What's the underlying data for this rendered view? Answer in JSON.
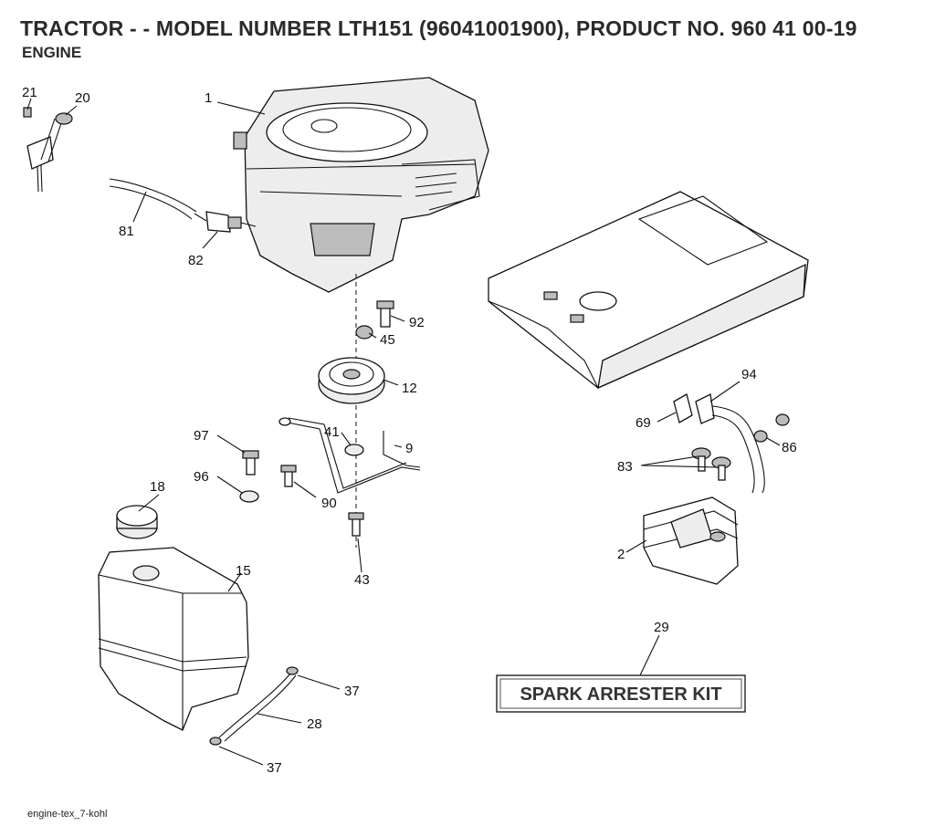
{
  "header": {
    "title": "TRACTOR - - MODEL NUMBER LTH151 (96041001900), PRODUCT NO. 960 41 00-19",
    "subtitle": "ENGINE"
  },
  "footer": {
    "code": "engine-tex_7-kohl"
  },
  "spark_arrester_kit": {
    "label": "SPARK ARRESTER KIT",
    "ref": "29"
  },
  "callouts": {
    "c1": "1",
    "c2": "2",
    "c9": "9",
    "c12": "12",
    "c15": "15",
    "c18": "18",
    "c20": "20",
    "c21": "21",
    "c28": "28",
    "c29": "29",
    "c37a": "37",
    "c37b": "37",
    "c41": "41",
    "c43": "43",
    "c45": "45",
    "c69": "69",
    "c81": "81",
    "c82": "82",
    "c83": "83",
    "c86": "86",
    "c90": "90",
    "c92": "92",
    "c94": "94",
    "c96": "96",
    "c97": "97"
  }
}
